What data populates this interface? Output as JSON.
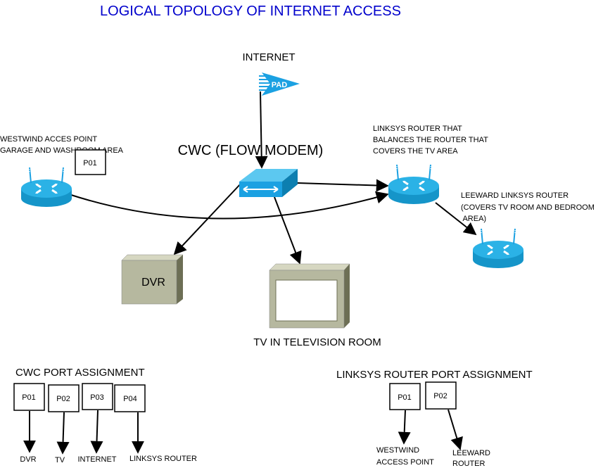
{
  "title": "LOGICAL TOPOLOGY OF INTERNET ACCESS",
  "colors": {
    "title": "#0000cc",
    "device_blue": "#1ba1e2",
    "device_gray": "#b6b89f"
  },
  "internet": {
    "label": "INTERNET",
    "pad_label": "PAD"
  },
  "cwc": {
    "label": "CWC (FLOW MODEM)"
  },
  "westwind": {
    "line1": "WESTWIND ACCES POINT",
    "line2": "GARAGE AND WASHROOM AREA",
    "port_tag": "P01"
  },
  "linksys": {
    "line1": "LINKSYS ROUTER THAT",
    "line2": "BALANCES THE ROUTER THAT",
    "line3": "COVERS THE TV AREA"
  },
  "leeward": {
    "line1": "LEEWARD LINKSYS ROUTER",
    "line2": "(COVERS TV ROOM AND BEDROOM",
    "line3": " AREA)"
  },
  "dvr": {
    "label": "DVR"
  },
  "tv": {
    "label": "TV IN TELEVISION ROOM"
  },
  "cwc_ports": {
    "heading": "CWC PORT ASSIGNMENT",
    "ports": [
      {
        "port": "P01",
        "target": "DVR"
      },
      {
        "port": "P02",
        "target": "TV"
      },
      {
        "port": "P03",
        "target": "INTERNET"
      },
      {
        "port": "P04",
        "target": "LINKSYS ROUTER"
      }
    ]
  },
  "linksys_ports": {
    "heading": "LINKSYS ROUTER PORT ASSIGNMENT",
    "ports": [
      {
        "port": "P01",
        "target_line1": "WESTWIND",
        "target_line2": "ACCESS POINT"
      },
      {
        "port": "P02",
        "target_line1": "LEEWARD",
        "target_line2": "ROUTER"
      }
    ]
  }
}
